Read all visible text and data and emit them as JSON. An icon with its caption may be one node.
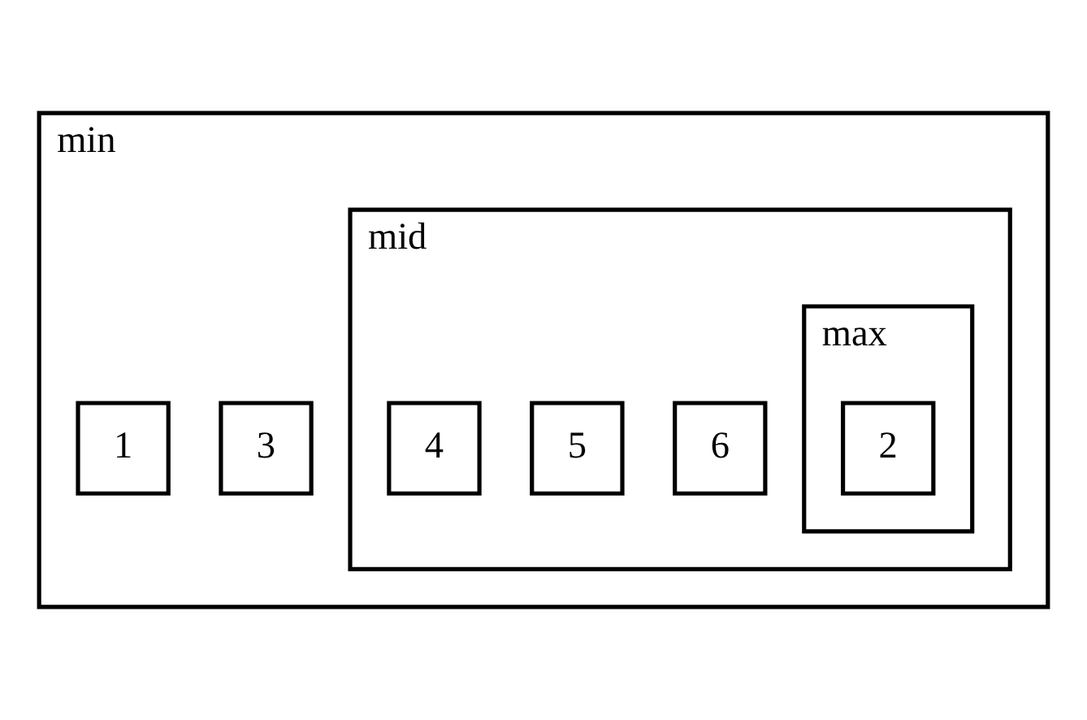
{
  "diagram": {
    "nodes": [
      {
        "text": [
          "min"
        ]
      },
      {
        "text": [
          "mid"
        ],
        "in": 0
      },
      {
        "text": [
          "max"
        ],
        "in": 1
      },
      {
        "text": [
          "2"
        ],
        "in": 2
      },
      {
        "text": [
          "4"
        ],
        "in": 1
      },
      {
        "text": [
          "5"
        ],
        "in": 1
      },
      {
        "text": [
          "6"
        ],
        "in": 1
      },
      {
        "text": [
          "1"
        ],
        "in": 0
      },
      {
        "text": [
          "3"
        ],
        "in": 0
      }
    ]
  }
}
